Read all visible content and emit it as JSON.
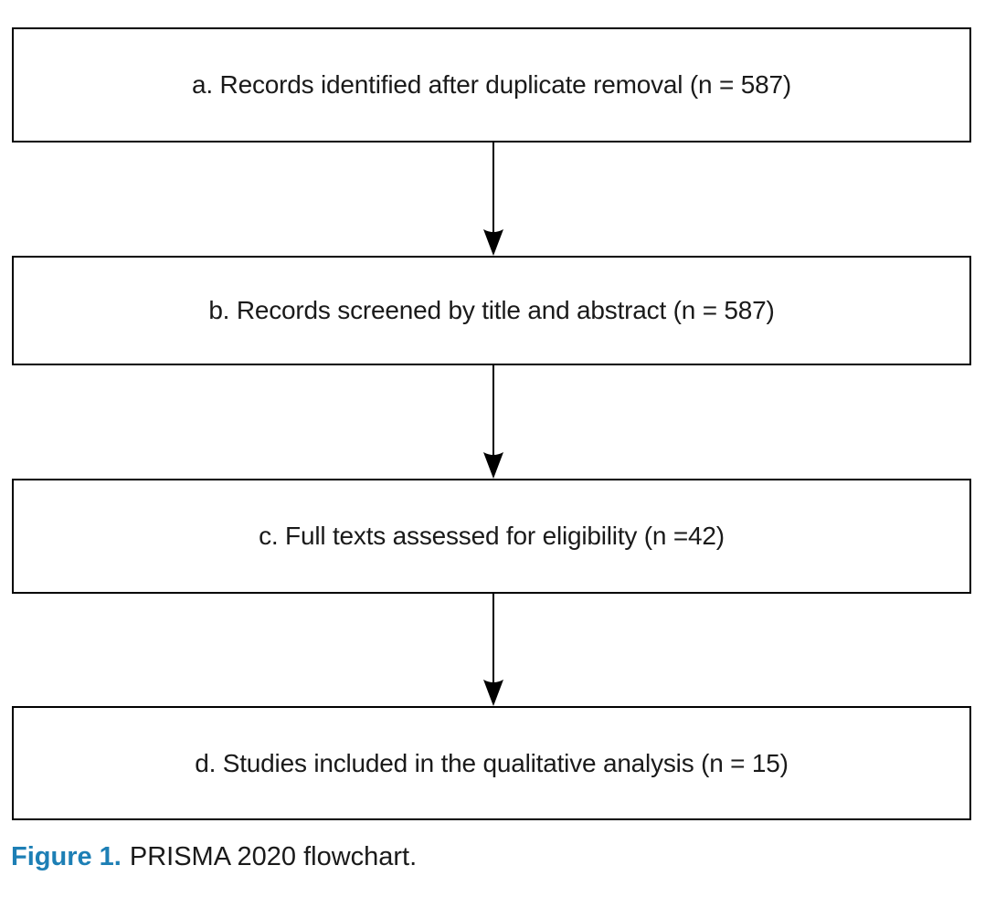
{
  "figure": {
    "steps": [
      {
        "label": "a. Records identified after duplicate removal (n = 587)"
      },
      {
        "label": "b. Records screened by title and abstract (n = 587)"
      },
      {
        "label": "c. Full texts assessed for eligibility (n =42)"
      },
      {
        "label": "d. Studies included in the qualitative analysis (n = 15)"
      }
    ],
    "caption": {
      "label": "Figure 1.",
      "text": "PRISMA 2020 flowchart."
    },
    "colors": {
      "caption_accent": "#1d7fb5",
      "box_border": "#000000",
      "arrow": "#000000",
      "background": "#ffffff",
      "text": "#1a1a1a"
    }
  }
}
